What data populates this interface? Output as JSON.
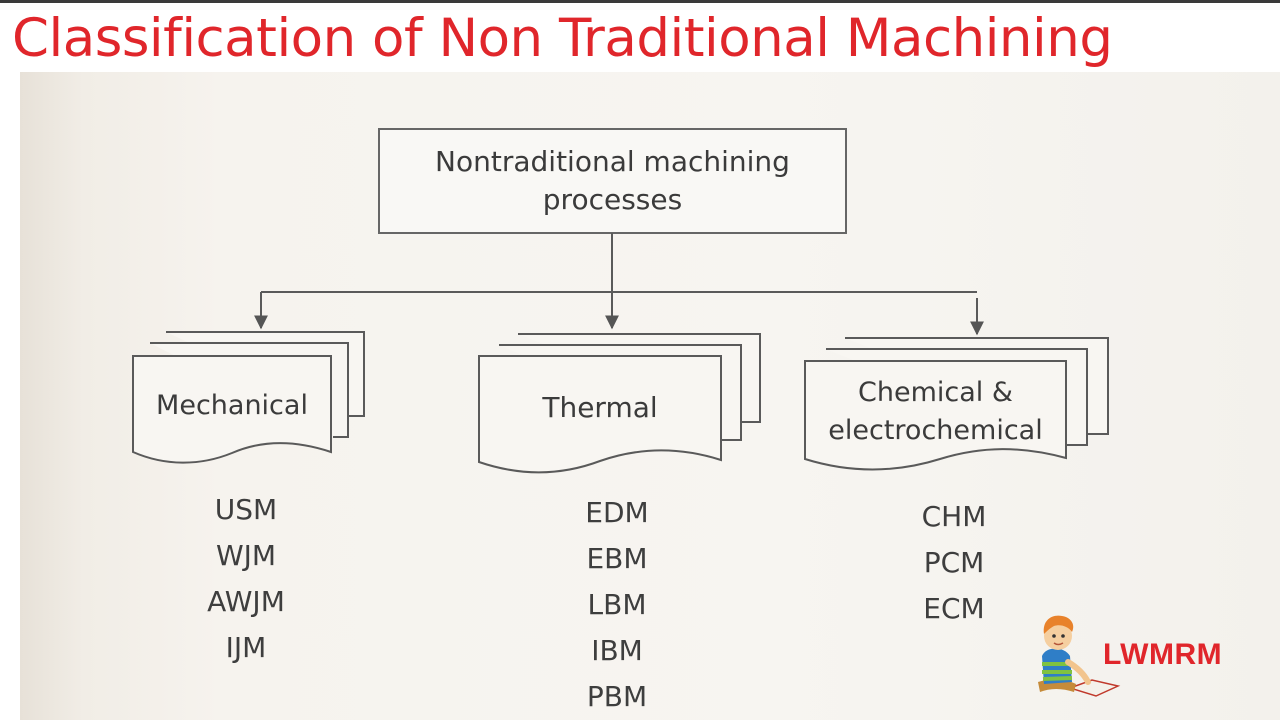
{
  "title": "Classification of Non Traditional Machining",
  "diagram": {
    "root": {
      "line1": "Nontraditional machining",
      "line2": "processes"
    },
    "categories": [
      {
        "label": "Mechanical",
        "processes": [
          "USM",
          "WJM",
          "AWJM",
          "IJM"
        ]
      },
      {
        "label": "Thermal",
        "processes": [
          "EDM",
          "EBM",
          "LBM",
          "IBM",
          "PBM"
        ]
      },
      {
        "line1": "Chemical &",
        "line2": "electrochemical",
        "processes": [
          "CHM",
          "PCM",
          "ECM"
        ]
      }
    ]
  },
  "brand": {
    "text": "LWMRM",
    "icon": "boy-reading-book-icon"
  },
  "colors": {
    "title": "#e0262b",
    "brand": "#e0262b",
    "ink": "#3b3b3b"
  }
}
